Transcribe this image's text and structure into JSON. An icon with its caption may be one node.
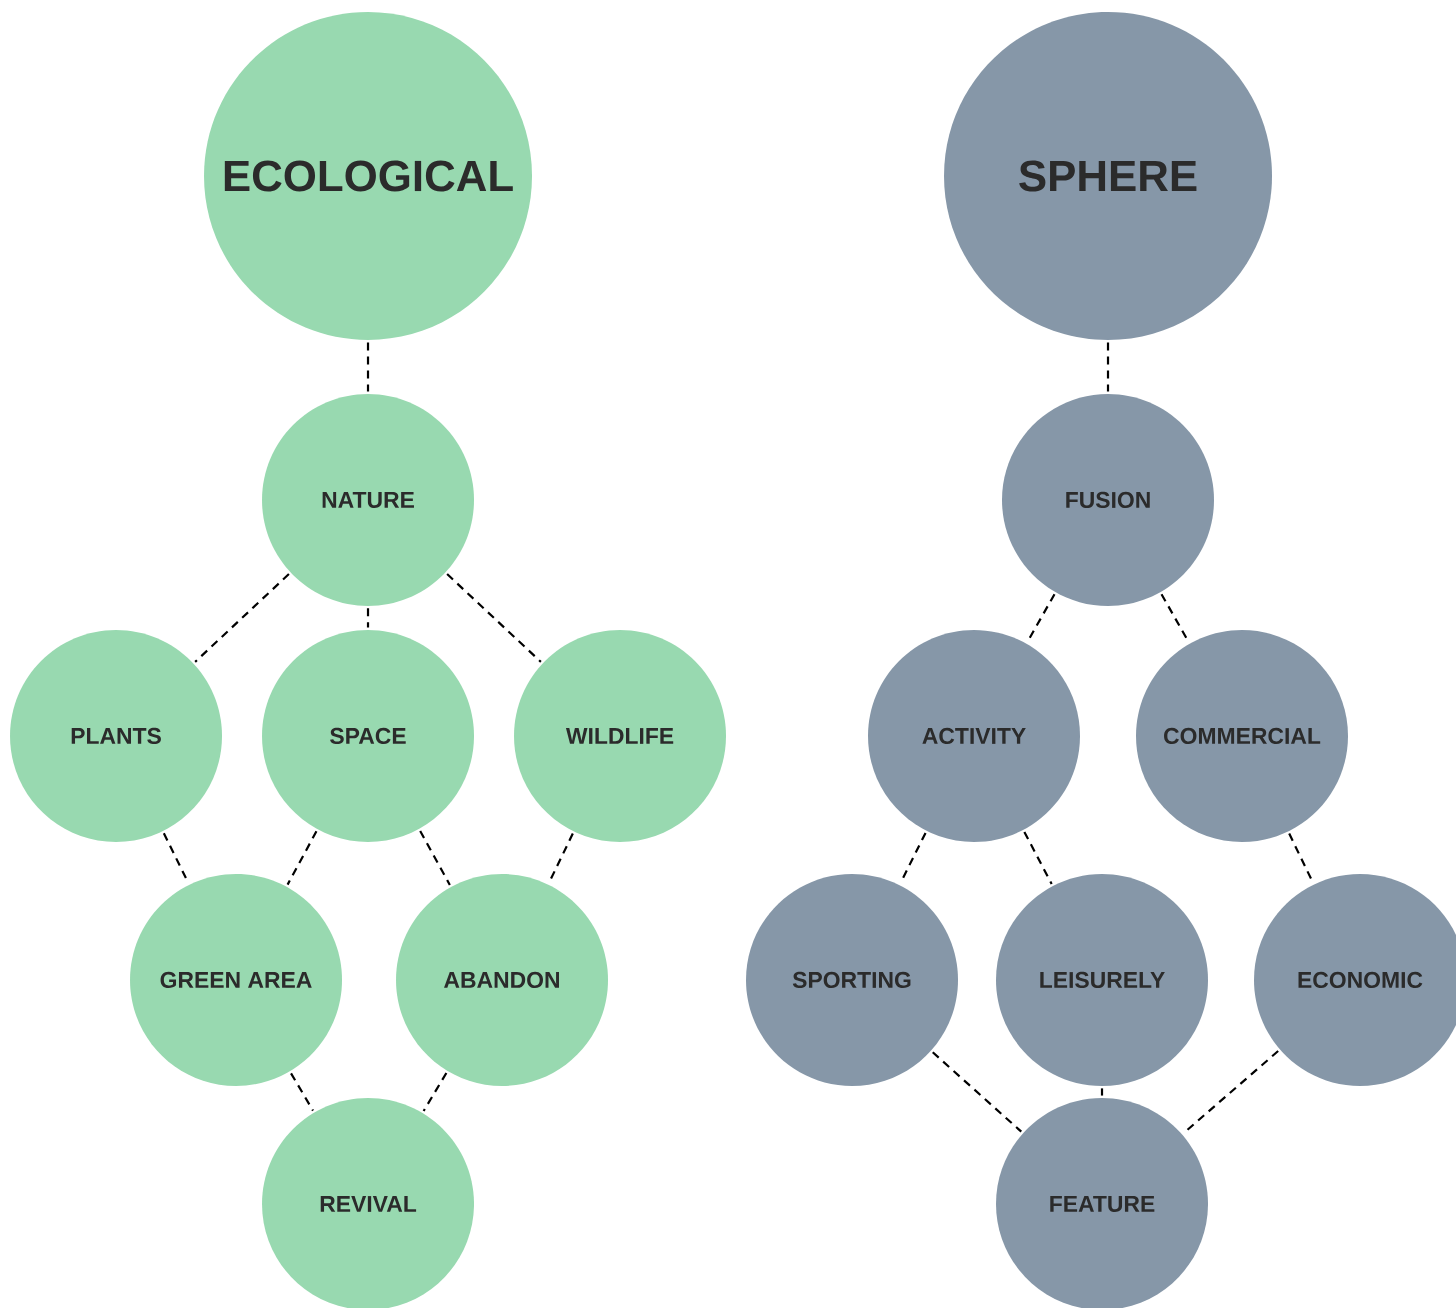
{
  "diagram": {
    "nodes": [
      {
        "text": [
          "ECOLOGICAL"
        ]
      },
      {
        "text": [
          "NATURE"
        ]
      },
      {
        "text": [
          "PLANTS"
        ]
      },
      {
        "text": [
          "SPACE"
        ]
      },
      {
        "text": [
          "WILDLIFE"
        ]
      },
      {
        "text": [
          "GREEN AREA"
        ]
      },
      {
        "text": [
          "ABANDON"
        ]
      },
      {
        "text": [
          "REVIVAL"
        ]
      },
      {
        "text": [
          "SPHERE"
        ]
      },
      {
        "text": [
          "FUSION"
        ]
      },
      {
        "text": [
          "ACTIVITY"
        ]
      },
      {
        "text": [
          "COMMERCIAL"
        ]
      },
      {
        "text": [
          "SPORTING"
        ]
      },
      {
        "text": [
          "LEISURELY"
        ]
      },
      {
        "text": [
          "ECONOMIC"
        ]
      },
      {
        "text": [
          "FEATURE"
        ]
      }
    ],
    "edges": [
      {
        "from": 0,
        "to": 1,
        "arrow": "none"
      },
      {
        "from": 1,
        "to": 2,
        "arrow": "none"
      },
      {
        "from": 1,
        "to": 3,
        "arrow": "none"
      },
      {
        "from": 1,
        "to": 4,
        "arrow": "none"
      },
      {
        "from": 2,
        "to": 5,
        "arrow": "none"
      },
      {
        "from": 3,
        "to": 5,
        "arrow": "none"
      },
      {
        "from": 3,
        "to": 6,
        "arrow": "none"
      },
      {
        "from": 4,
        "to": 6,
        "arrow": "none"
      },
      {
        "from": 5,
        "to": 7,
        "arrow": "none"
      },
      {
        "from": 6,
        "to": 7,
        "arrow": "none"
      },
      {
        "from": 8,
        "to": 9,
        "arrow": "none"
      },
      {
        "from": 9,
        "to": 10,
        "arrow": "none"
      },
      {
        "from": 9,
        "to": 11,
        "arrow": "none"
      },
      {
        "from": 10,
        "to": 12,
        "arrow": "none"
      },
      {
        "from": 10,
        "to": 13,
        "arrow": "none"
      },
      {
        "from": 11,
        "to": 14,
        "arrow": "none"
      },
      {
        "from": 12,
        "to": 15,
        "arrow": "none"
      },
      {
        "from": 13,
        "to": 15,
        "arrow": "none"
      },
      {
        "from": 14,
        "to": 15,
        "arrow": "none"
      }
    ]
  }
}
